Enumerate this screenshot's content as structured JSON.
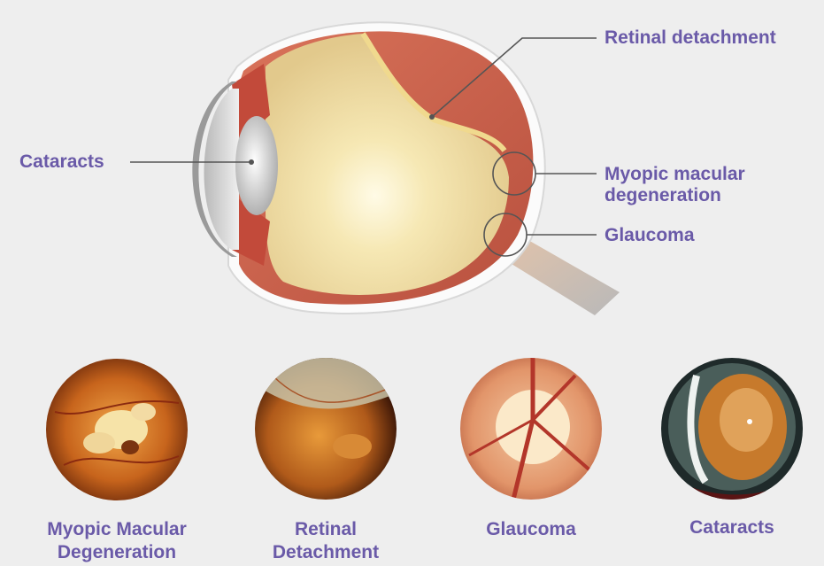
{
  "callouts": {
    "retinal_detachment": "Retinal detachment",
    "myopic_line1": "Myopic macular",
    "myopic_line2": "degeneration",
    "glaucoma": "Glaucoma",
    "cataracts": "Cataracts"
  },
  "conditions": [
    {
      "line1": "Myopic Macular",
      "line2": "Degeneration"
    },
    {
      "line1": "Retinal",
      "line2": "Detachment"
    },
    {
      "line1": "Glaucoma",
      "line2": ""
    },
    {
      "line1": "Cataracts",
      "line2": ""
    }
  ],
  "colors": {
    "accent": "#6a5aa8",
    "background": "#eeeeee",
    "callout_line": "#555555"
  }
}
